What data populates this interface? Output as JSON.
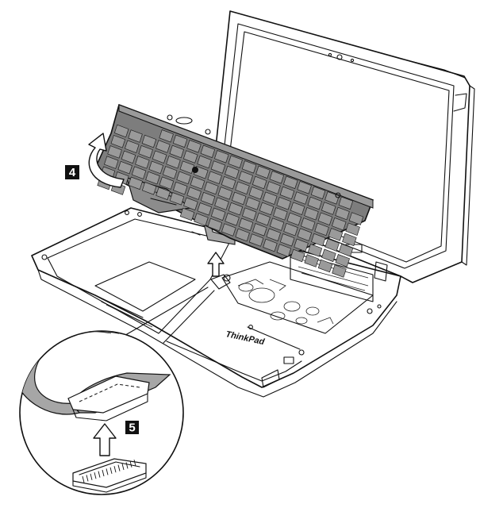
{
  "steps": {
    "step4": {
      "number": "4"
    },
    "step5": {
      "number": "5"
    }
  },
  "laptop": {
    "brand_text": "ThinkPad"
  },
  "colors": {
    "line": "#111111",
    "key_fill": "#9a9a9a",
    "keyboard_fill": "#7d7d7d",
    "cable_fill": "#a6a6a6",
    "badge_fill": "#111111",
    "background": "#ffffff"
  },
  "icons": [
    "rotate-arrow-icon",
    "up-arrow-icon",
    "trackpoint-icon",
    "zoom-circle-icon"
  ]
}
